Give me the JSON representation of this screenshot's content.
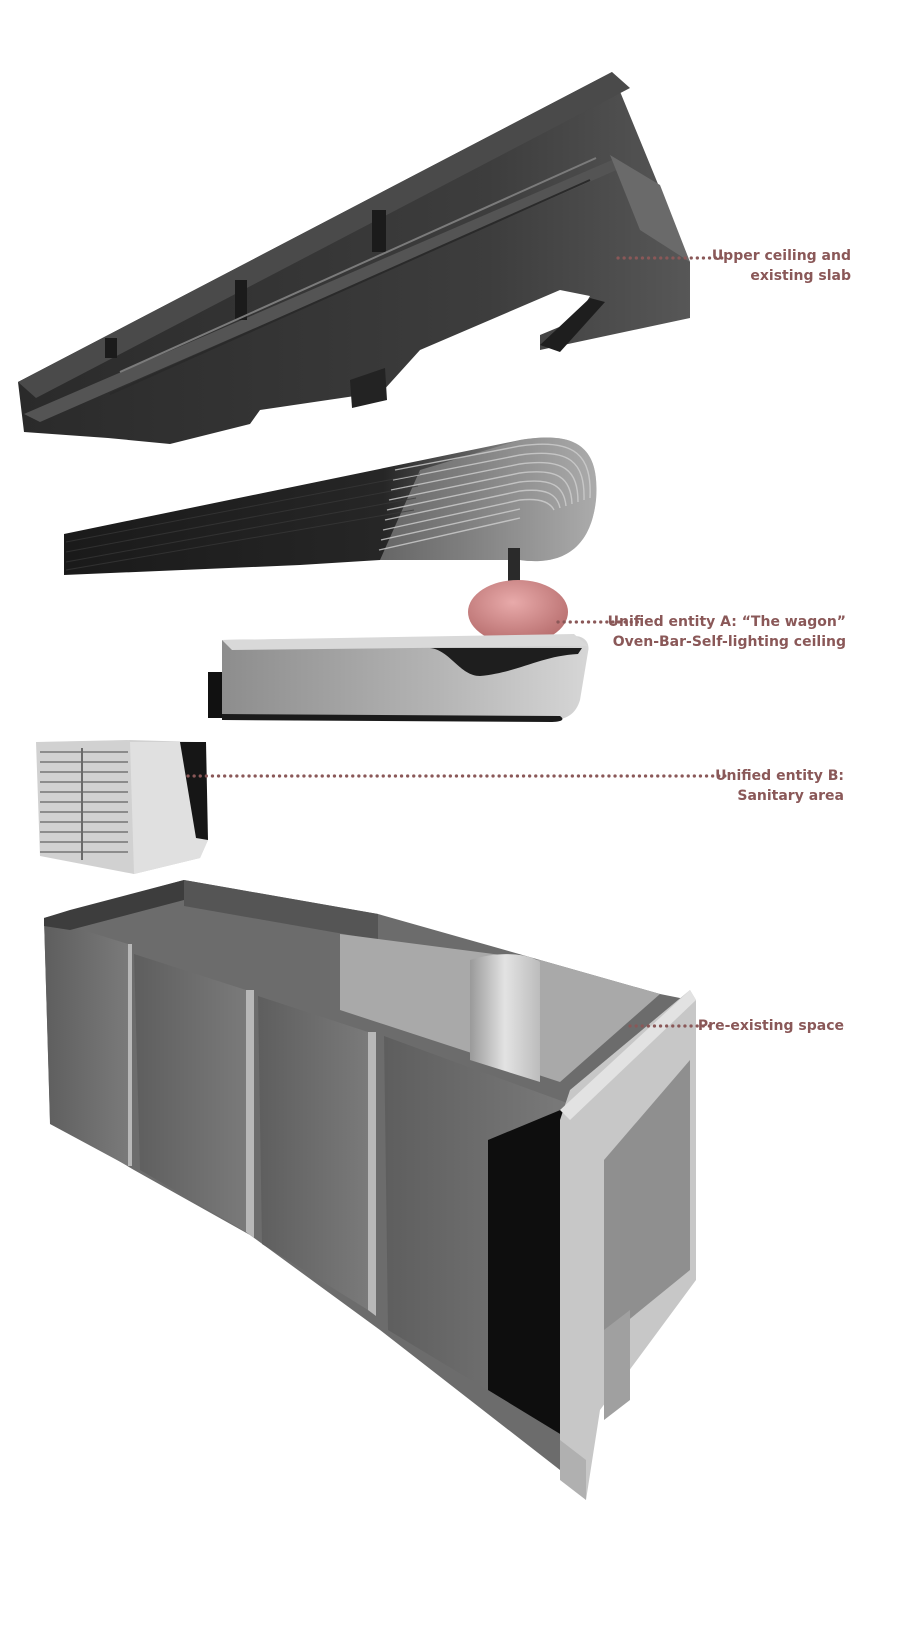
{
  "labels": {
    "ceiling": {
      "line1": "Upper ceiling and",
      "line2": "existing slab"
    },
    "wagon": {
      "line1": "Unified entity A: “The wagon”",
      "line2": "Oven-Bar-Self-lighting ceiling"
    },
    "sanitary": {
      "line1": "Unified entity B:",
      "line2": "Sanitary area"
    },
    "space": {
      "line1": "Pre-existing space"
    }
  },
  "colors": {
    "label_text": "#8a5858",
    "leader_dots": "#8a5858",
    "slab_dark": "#3a3a3a",
    "wagon_dome": "#cc7f7f",
    "box_light": "#c8c8c8",
    "walls_mid": "#6e6e6e"
  }
}
